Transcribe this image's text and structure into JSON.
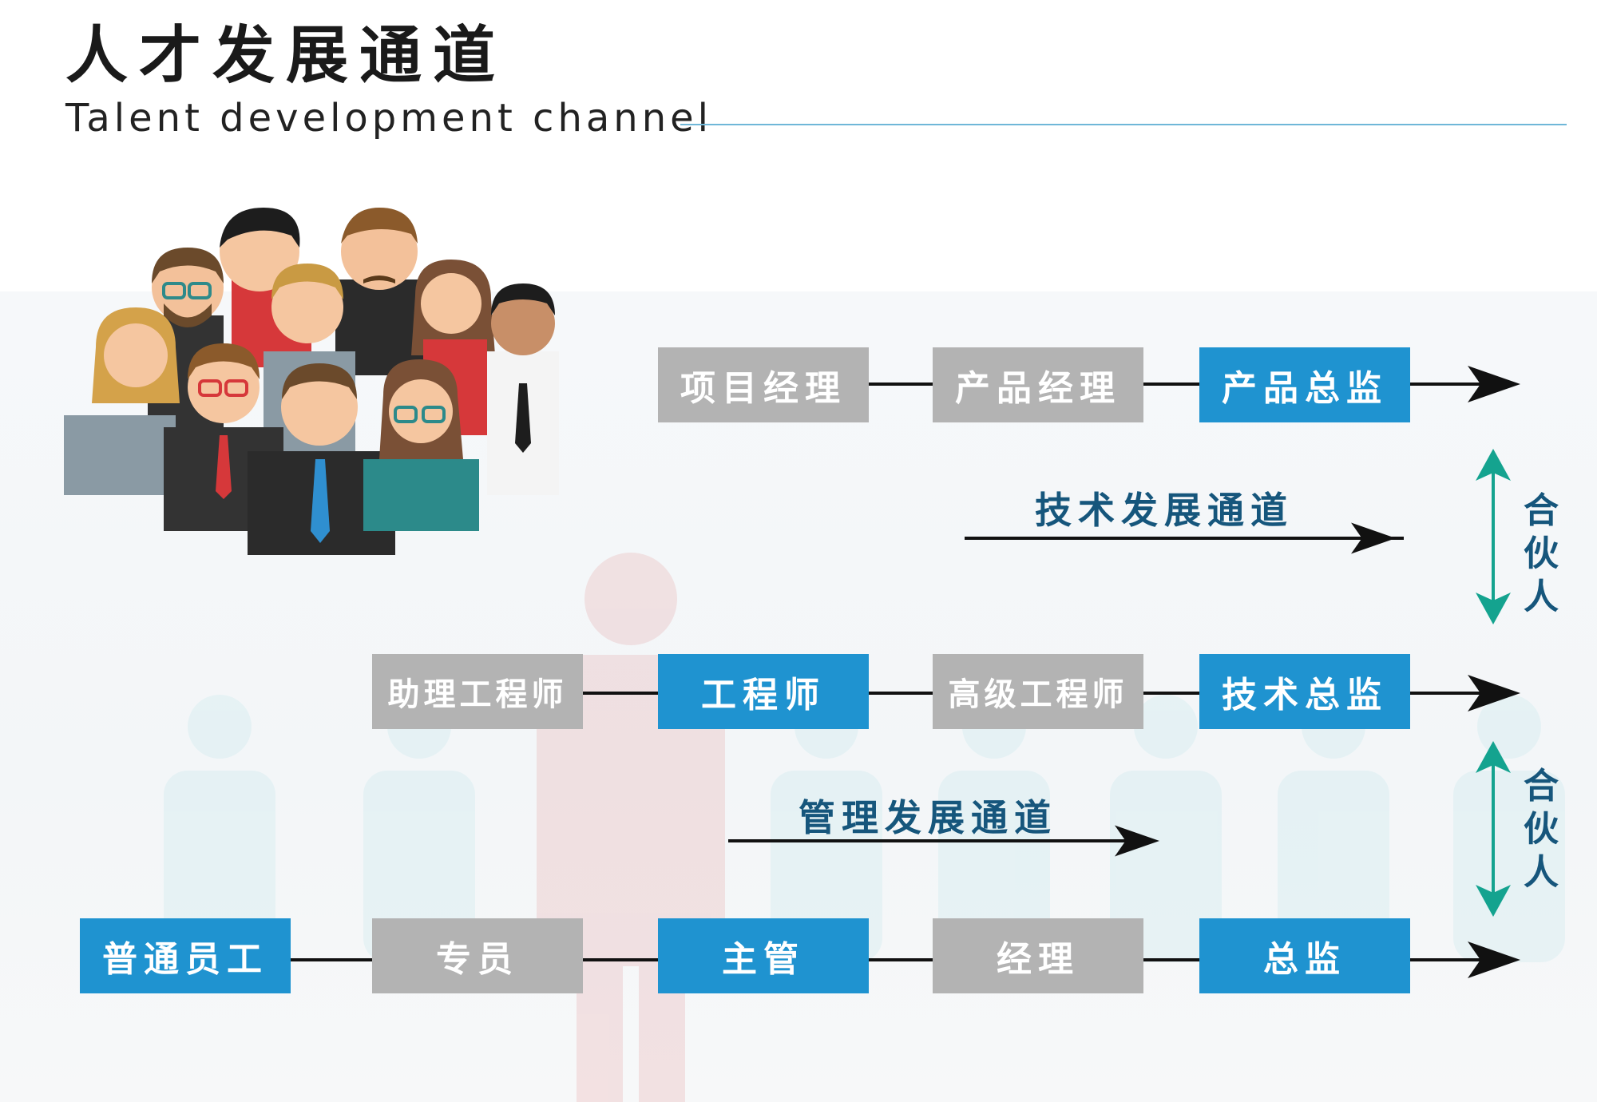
{
  "title": {
    "zh": "人才发展通道",
    "en": "Talent development channel"
  },
  "colors": {
    "blue_box": "#1f93d0",
    "gray_box": "#b3b3b3",
    "label_text": "#16567c",
    "teal_arrow": "#14a38f",
    "title_rule": "#6fb7d8"
  },
  "rows": {
    "product": [
      "项目经理",
      "产品经理",
      "产品总监"
    ],
    "tech": [
      "助理工程师",
      "工程师",
      "高级工程师",
      "技术总监"
    ],
    "management": [
      "普通员工",
      "专员",
      "主管",
      "经理",
      "总监"
    ]
  },
  "channels": {
    "tech": "技术发展通道",
    "management": "管理发展通道"
  },
  "partners": {
    "upper": "合伙人",
    "lower": "合伙人"
  },
  "icons": {
    "people_group": "people-group-illustration",
    "arrow": "arrow-right-icon",
    "double_arrow": "double-arrow-vertical-icon"
  }
}
